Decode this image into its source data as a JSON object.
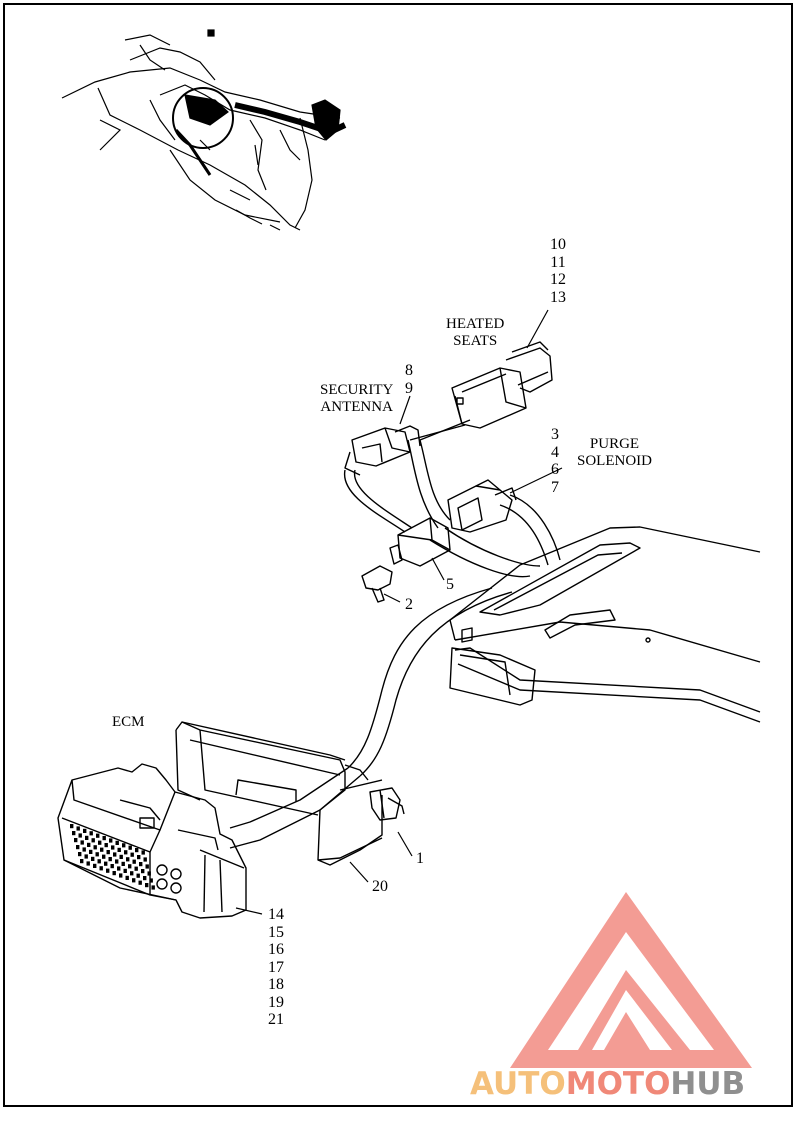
{
  "labels": {
    "heated_seats": [
      "HEATED",
      "SEATS"
    ],
    "security_antenna": [
      "SECURITY",
      "ANTENNA"
    ],
    "purge_solenoid": [
      "PURGE",
      "SOLENOID"
    ],
    "ecm": "ECM"
  },
  "callouts": {
    "heated_seats_parts": [
      "10",
      "11",
      "12",
      "13"
    ],
    "security_antenna_parts": [
      "8",
      "9"
    ],
    "purge_solenoid_parts": [
      "3",
      "4",
      "6",
      "7"
    ],
    "connector_5": "5",
    "clip_2": "2",
    "clip_1": "1",
    "bracket_20": "20",
    "ecm_connector_parts": [
      "14",
      "15",
      "16",
      "17",
      "18",
      "19",
      "21"
    ]
  },
  "watermark": {
    "auto": "AUTO",
    "moto": "MOTO",
    "hub": "HUB",
    "colors": {
      "auto": "#f5c07a",
      "moto": "#f08878",
      "hub": "#8f8f8f",
      "triangle": "#f28b82"
    }
  }
}
